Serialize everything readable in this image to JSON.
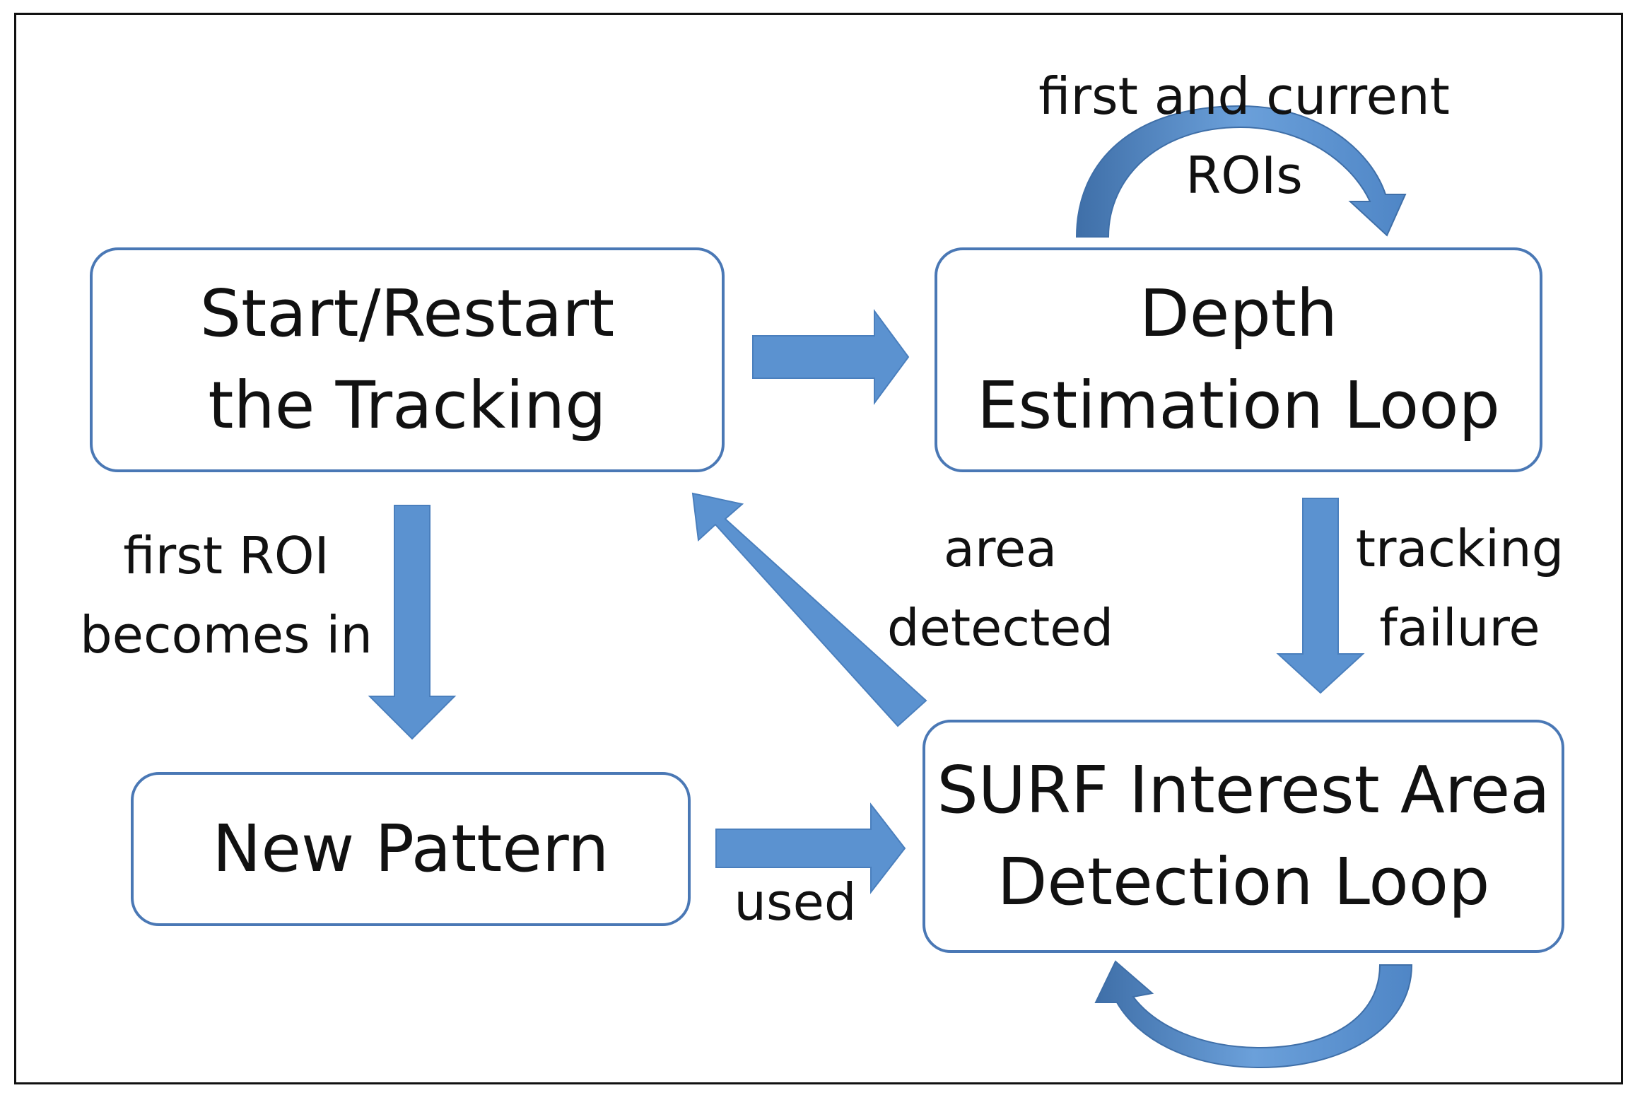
{
  "colors": {
    "arrow_fill": "#5b92d0",
    "arrow_dark": "#3f6fa8",
    "box_border": "#4a78b5",
    "frame": "#111111"
  },
  "nodes": {
    "start": "Start/Restart\nthe Tracking",
    "depth": "Depth\nEstimation Loop",
    "pattern": "New Pattern",
    "surf": "SURF Interest Area\nDetection Loop"
  },
  "edge_labels": {
    "first_current_rois": "first and current\nROIs",
    "first_roi": "first ROI\nbecomes in",
    "area_detected": "area\ndetected",
    "tracking_failure": "tracking\nfailure",
    "used": "used"
  },
  "edges": [
    {
      "from": "start",
      "to": "depth",
      "label": ""
    },
    {
      "from": "depth",
      "to": "depth",
      "label": "first and current ROIs"
    },
    {
      "from": "start",
      "to": "pattern",
      "label": "first ROI becomes in"
    },
    {
      "from": "depth",
      "to": "surf",
      "label": "tracking failure"
    },
    {
      "from": "surf",
      "to": "start",
      "label": "area detected"
    },
    {
      "from": "pattern",
      "to": "surf",
      "label": "used"
    },
    {
      "from": "surf",
      "to": "surf",
      "label": ""
    }
  ]
}
